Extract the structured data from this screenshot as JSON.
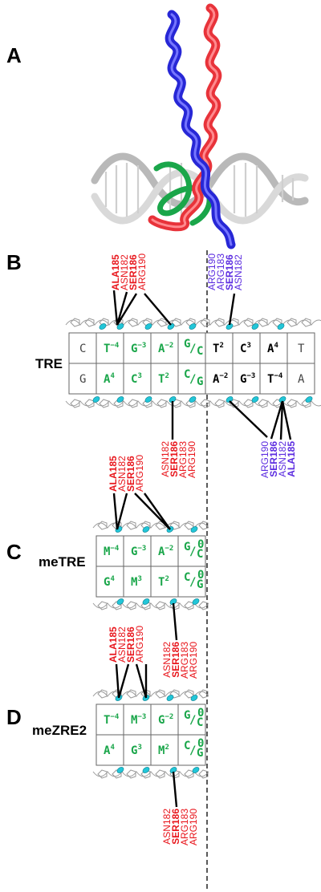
{
  "panels": {
    "A": {
      "letter": "A"
    },
    "B": {
      "letter": "B",
      "row_label": "TRE"
    },
    "C": {
      "letter": "C",
      "row_label": "meTRE"
    },
    "D": {
      "letter": "D",
      "row_label": "meZRE2"
    }
  },
  "B": {
    "top_left_residues": [
      "ALA185",
      "ASN182",
      "SER186",
      "ARG190"
    ],
    "top_right_residues": [
      "ARG190",
      "ARG183",
      "SER186",
      "ASN182"
    ],
    "bottom_mid_residues": [
      "ASN182",
      "SER186",
      "ARG183",
      "ARG190"
    ],
    "bottom_right_residues": [
      "ARG190",
      "SER186",
      "ASN182",
      "ALA185"
    ],
    "top_row": [
      {
        "b": "C",
        "s": "",
        "style": "plain"
      },
      {
        "b": "T",
        "s": "-4",
        "style": "green"
      },
      {
        "b": "G",
        "s": "-3",
        "style": "green"
      },
      {
        "b": "A",
        "s": "-2",
        "style": "green"
      },
      {
        "b": "G/C",
        "s": "",
        "style": "frac"
      },
      {
        "b": "T",
        "s": "2",
        "style": "black"
      },
      {
        "b": "C",
        "s": "3",
        "style": "black"
      },
      {
        "b": "A",
        "s": "4",
        "style": "black"
      },
      {
        "b": "T",
        "s": "",
        "style": "plain"
      }
    ],
    "bottom_row": [
      {
        "b": "G",
        "s": "",
        "style": "plain"
      },
      {
        "b": "A",
        "s": "4",
        "style": "green"
      },
      {
        "b": "C",
        "s": "3",
        "style": "green"
      },
      {
        "b": "T",
        "s": "2",
        "style": "green"
      },
      {
        "b": "C/G",
        "s": "",
        "style": "frac"
      },
      {
        "b": "A",
        "s": "-2",
        "style": "black"
      },
      {
        "b": "G",
        "s": "-3",
        "style": "black"
      },
      {
        "b": "T",
        "s": "-4",
        "style": "black"
      },
      {
        "b": "A",
        "s": "",
        "style": "plain"
      }
    ]
  },
  "C": {
    "top_residues": [
      "ALA185",
      "ASN182",
      "SER186",
      "ARG190"
    ],
    "bottom_residues": [
      "ASN182",
      "SER186",
      "ARG183",
      "ARG190"
    ],
    "top_row": [
      {
        "b": "M",
        "s": "-4",
        "style": "green"
      },
      {
        "b": "G",
        "s": "-3",
        "style": "green"
      },
      {
        "b": "A",
        "s": "-2",
        "style": "green"
      },
      {
        "b": "G/C",
        "s": "0",
        "style": "frac"
      }
    ],
    "bottom_row": [
      {
        "b": "G",
        "s": "4",
        "style": "green"
      },
      {
        "b": "M",
        "s": "3",
        "style": "green"
      },
      {
        "b": "T",
        "s": "2",
        "style": "green"
      },
      {
        "b": "C/G",
        "s": "0",
        "style": "frac"
      }
    ]
  },
  "D": {
    "top_residues": [
      "ALA185",
      "ASN182",
      "SER186",
      "ARG190"
    ],
    "bottom_residues": [
      "ASN182",
      "SER186",
      "ARG183",
      "ARG190"
    ],
    "top_row": [
      {
        "b": "T",
        "s": "-4",
        "style": "green"
      },
      {
        "b": "M",
        "s": "-3",
        "style": "green"
      },
      {
        "b": "G",
        "s": "-2",
        "style": "green"
      },
      {
        "b": "G/C",
        "s": "0",
        "style": "frac"
      }
    ],
    "bottom_row": [
      {
        "b": "A",
        "s": "4",
        "style": "green"
      },
      {
        "b": "G",
        "s": "3",
        "style": "green"
      },
      {
        "b": "M",
        "s": "2",
        "style": "green"
      },
      {
        "b": "C/G",
        "s": "0",
        "style": "frac"
      }
    ]
  },
  "bold_residues": [
    "ALA185",
    "SER186"
  ],
  "colors": {
    "red_chain": "#e8333a",
    "blue_chain": "#2727d6",
    "green_strand": "#1aa64a",
    "dna_gray": "#c8c8c8",
    "contact_dot": "#22c6d8",
    "label_red": "#e8161c",
    "label_blue": "#5b2be0"
  }
}
